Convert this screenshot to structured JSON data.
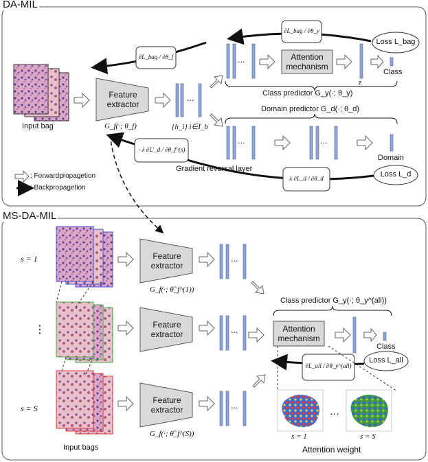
{
  "da_mil": {
    "title": "DA-MIL",
    "input_label": "Input bag",
    "feature_extractor": "Feature extractor",
    "feature_func": "G_f(·; θ_f)",
    "feature_set": "{h_i} i∈I_b",
    "attention": "Attention mechanism",
    "class_label": "Class",
    "z_label": "z",
    "class_predictor": "Class predictor  G_y(·; θ_y)",
    "domain_predictor": "Domain predictor  G_d(·; θ_d)",
    "domain_label": "Domain",
    "grl": "Gradient reversal layer",
    "loss_bag": "Loss L_bag",
    "loss_d": "Loss  L_d",
    "grad_bag_y": "∂L_bag / ∂θ_y",
    "grad_bag_f": "∂L_bag / ∂θ_f",
    "grad_d_f": "−λ ∂L′_d / ∂θ_f^(s)",
    "grad_d_d": "λ ∂L_d / ∂θ_d",
    "legend_forward": ": Forwardpropagetion",
    "legend_back": ": Backpropagetion"
  },
  "ms_da_mil": {
    "title": "MS-DA-MIL",
    "s1": "s = 1",
    "dots": "⋮",
    "sS": "s = S",
    "input_label": "Input bags",
    "feature_extractor": "Feature extractor",
    "func_1": "G_f(·; θ̂_f^(1))",
    "func_S": "G_f(·; θ̂_f^(S))",
    "class_predictor": "Class predictor  G_y(·; θ_y^(all))",
    "attention": "Attention mechanism",
    "class_label": "Class",
    "loss_all": "Loss L_all",
    "grad_all": "∂L_all / ∂θ_y^(all)",
    "att_s1": "s = 1",
    "att_sS": "s = S",
    "att_dots": "···",
    "attention_weight": "Attention weight"
  },
  "colors": {
    "bar": "#8FA8DC",
    "box_fill": "#D9D9D9",
    "frame": "#555555",
    "bag_blue": "#3F4FD6",
    "bag_green": "#3DB43D",
    "bag_red": "#E03A3A"
  }
}
